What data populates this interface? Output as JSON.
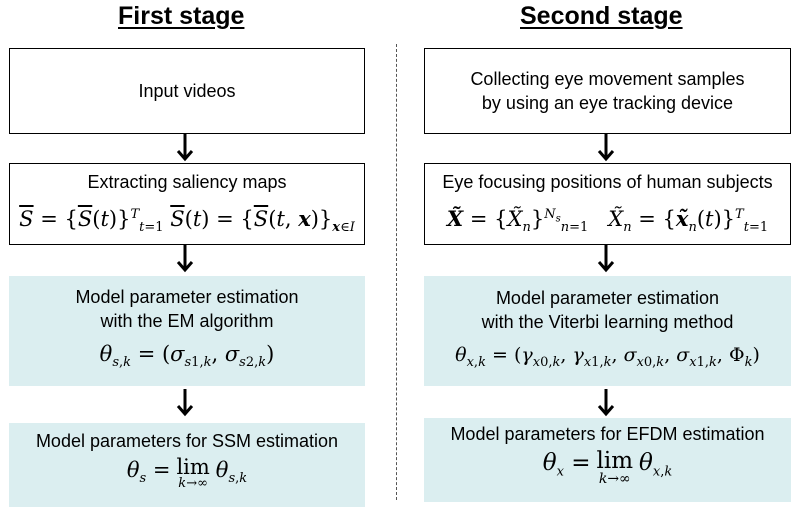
{
  "first_stage": {
    "title": "First stage",
    "box1_label": "Input videos",
    "box2_label": "Extracting saliency maps",
    "box2_formula": "S̄ = {S̄(t)}ᵀₜ₌₁  S̄(t) = {S̄(t, x)}ₓ∈I",
    "box3_line1": "Model parameter estimation",
    "box3_line2": "with the EM algorithm",
    "box3_formula": "θs,k = (σs1,k, σs2,k)",
    "box4_label": "Model parameters for SSM estimation",
    "box4_formula": "θs = lim k→∞ θs,k"
  },
  "second_stage": {
    "title": "Second stage",
    "box1_line1": "Collecting eye movement samples",
    "box1_line2": "by using an eye tracking device",
    "box2_label": "Eye focusing positions of human subjects",
    "box2_formula": "X̃ = {X̃n}ᴺˢₙ₌₁  X̃n = {x̃n(t)}ᵀₜ₌₁",
    "box3_line1": "Model parameter estimation",
    "box3_line2": "with the Viterbi learning method",
    "box3_formula": "θx,k = (γx0,k, γx1,k, σx0,k, σx1,k, Φk)",
    "box4_label": "Model parameters for EFDM estimation",
    "box4_formula": "θx = lim k→∞ θx,k"
  },
  "colors": {
    "shaded_box": "#dbeef0",
    "border": "#000000",
    "divider": "#555555"
  }
}
